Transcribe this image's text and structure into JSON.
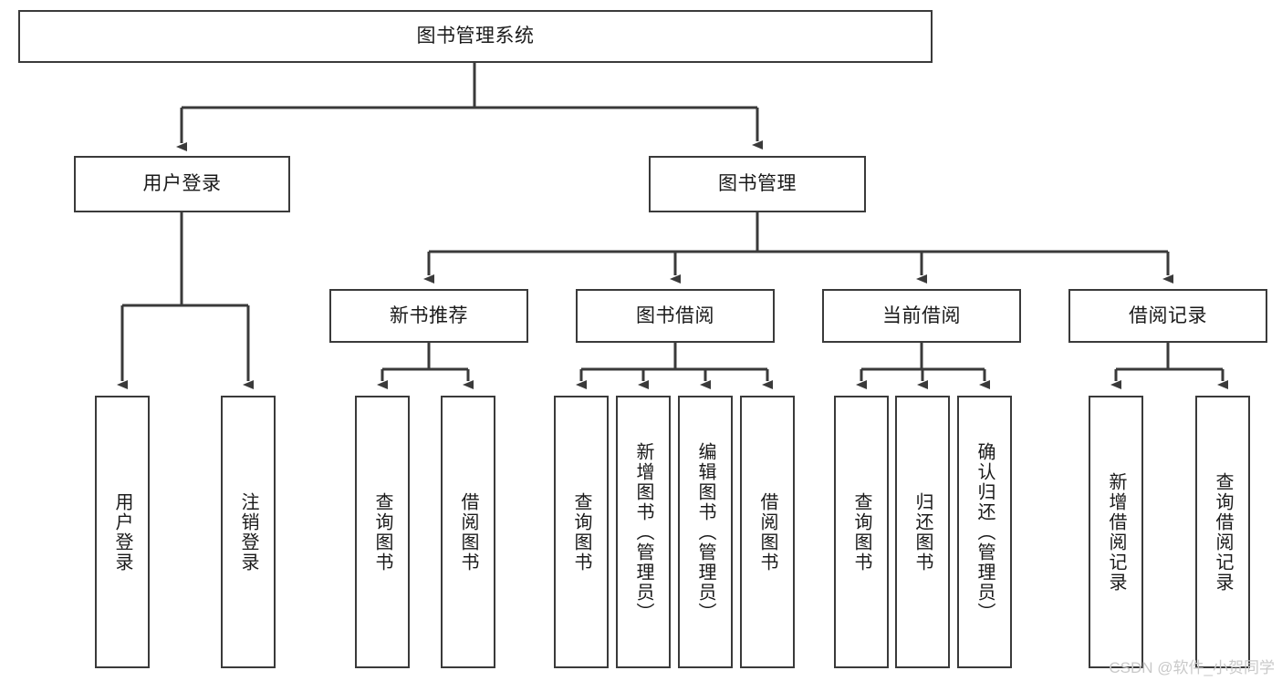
{
  "diagram": {
    "title": "图书管理系统",
    "type": "tree-hierarchy-diagram",
    "colors": {
      "box_border": "#3a3a3a",
      "box_fill": "#ffffff",
      "connector": "#3a3a3a",
      "text": "#1a1a1a",
      "watermark": "#c9c9c9",
      "background": "#ffffff"
    },
    "root": {
      "label": "图书管理系统"
    },
    "level2": [
      {
        "id": "user-login",
        "label": "用户登录"
      },
      {
        "id": "book-management",
        "label": "图书管理"
      }
    ],
    "level3": [
      {
        "id": "new-book-recommend",
        "label": "新书推荐"
      },
      {
        "id": "book-borrow",
        "label": "图书借阅"
      },
      {
        "id": "current-borrow",
        "label": "当前借阅"
      },
      {
        "id": "borrow-record",
        "label": "借阅记录"
      }
    ],
    "leaves": {
      "user-login": [
        {
          "id": "leaf-user-login",
          "label": "用户登录"
        },
        {
          "id": "leaf-logout-login",
          "label": "注销登录"
        }
      ],
      "new-book-recommend": [
        {
          "id": "leaf-query-book-1",
          "label": "查询图书"
        },
        {
          "id": "leaf-borrow-book-1",
          "label": "借阅图书"
        }
      ],
      "book-borrow": [
        {
          "id": "leaf-query-book-2",
          "label": "查询图书"
        },
        {
          "id": "leaf-add-book",
          "label": "新增图书（管理员）"
        },
        {
          "id": "leaf-edit-book",
          "label": "编辑图书（管理员）"
        },
        {
          "id": "leaf-borrow-book-2",
          "label": "借阅图书"
        }
      ],
      "current-borrow": [
        {
          "id": "leaf-query-book-3",
          "label": "查询图书"
        },
        {
          "id": "leaf-return-book",
          "label": "归还图书"
        },
        {
          "id": "leaf-confirm-return",
          "label": "确认归还（管理员）"
        }
      ],
      "borrow-record": [
        {
          "id": "leaf-add-record",
          "label": "新增借阅记录"
        },
        {
          "id": "leaf-query-record",
          "label": "查询借阅记录"
        }
      ]
    },
    "watermark": "CSDN @软件_小贺同学"
  }
}
